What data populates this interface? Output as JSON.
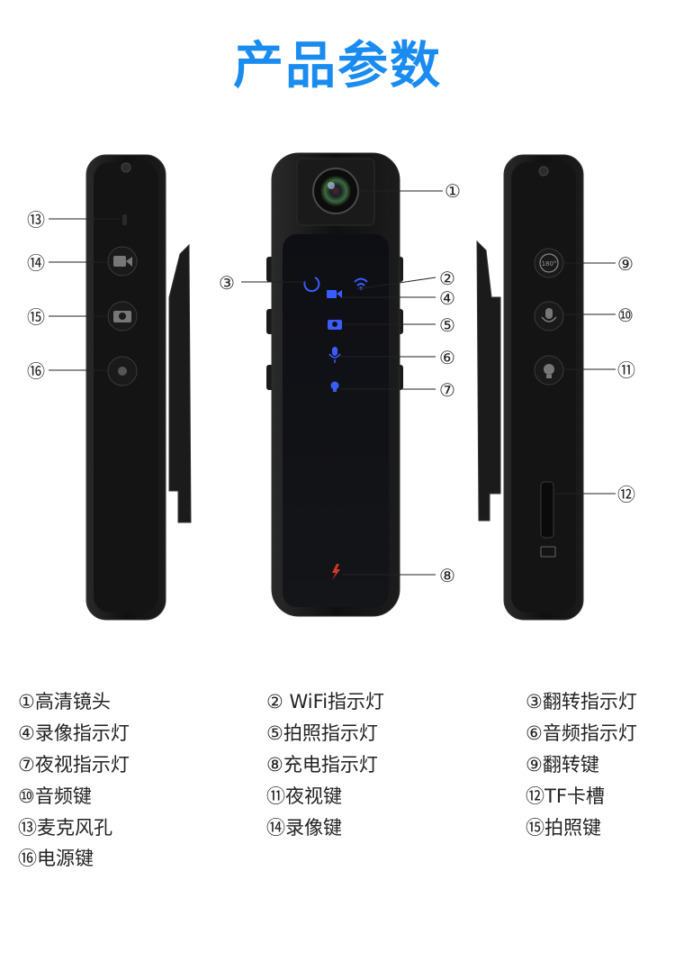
{
  "title": "产品参数",
  "callouts": [
    "①",
    "②",
    "③",
    "④",
    "⑤",
    "⑥",
    "⑦",
    "⑧",
    "⑨",
    "⑩",
    "⑪",
    "⑫",
    "⑬",
    "⑭",
    "⑮"
  ],
  "callout_16": "⑯",
  "camera_icon_180": "180°",
  "legend": [
    "①高清镜头",
    "② WiFi指示灯",
    "③翻转指示灯",
    "④录像指示灯",
    "⑤拍照指示灯",
    "⑥音频指示灯",
    "⑦夜视指示灯",
    "⑧充电指示灯",
    "⑨翻转键",
    "⑩音频键",
    "⑪夜视键",
    "⑫TF卡槽",
    "⑬麦克风孔",
    "⑭录像键",
    "⑮拍照键",
    "⑯电源键"
  ],
  "colors": {
    "title": "#1a8cf0",
    "indicator": "#3a5cff",
    "charge": "#d23a2a",
    "body": "#111111"
  }
}
